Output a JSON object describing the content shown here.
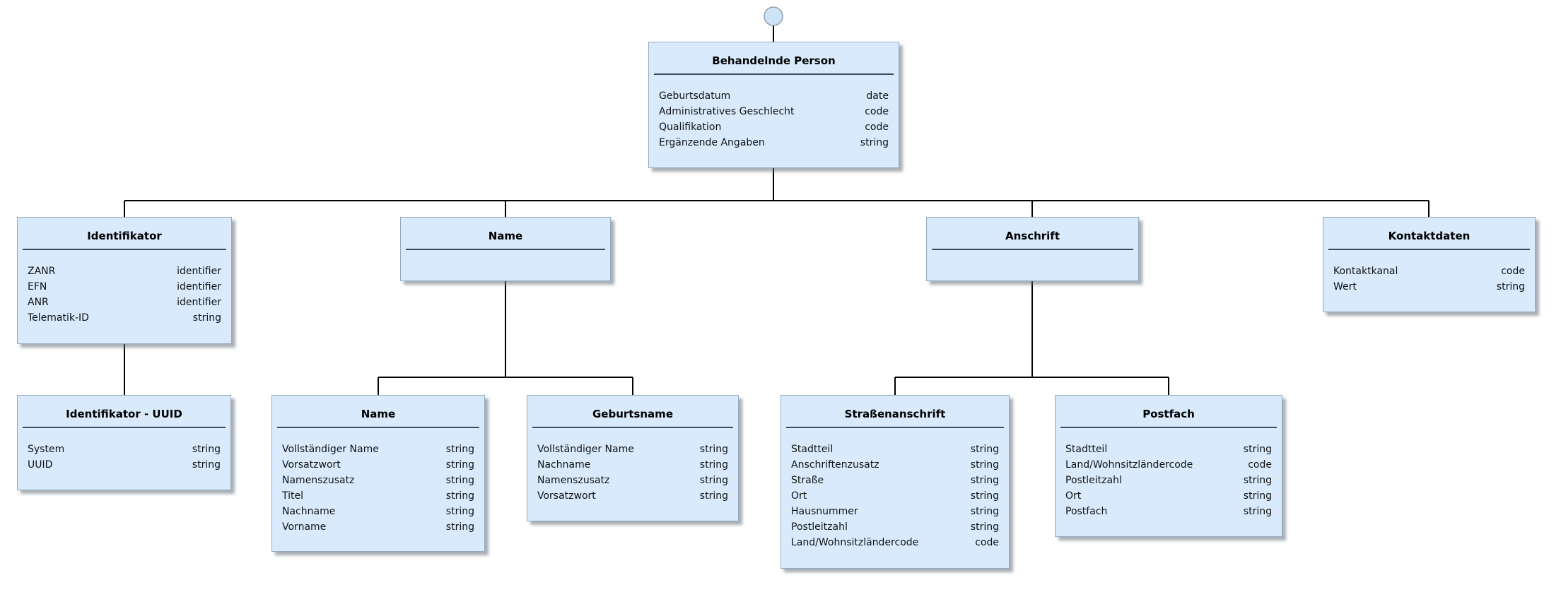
{
  "diagram": {
    "colors": {
      "box_fill": "#d8eafc",
      "box_border": "#92aabf",
      "separator": "#3d4a57",
      "connector": "#000000",
      "circle_fill": "#d0e4f8",
      "circle_border": "#8f9fae",
      "text": "#111315"
    },
    "entities": [
      {
        "id": "behandelnde-person",
        "title": "Behandelnde Person",
        "attributes": [
          {
            "name": "Geburtsdatum",
            "type": "date"
          },
          {
            "name": "Administratives Geschlecht",
            "type": "code"
          },
          {
            "name": "Qualifikation",
            "type": "code"
          },
          {
            "name": "Ergänzende Angaben",
            "type": "string"
          }
        ]
      },
      {
        "id": "identifikator",
        "title": "Identifikator",
        "attributes": [
          {
            "name": "ZANR",
            "type": "identifier"
          },
          {
            "name": "EFN",
            "type": "identifier"
          },
          {
            "name": "ANR",
            "type": "identifier"
          },
          {
            "name": "Telematik-ID",
            "type": "string"
          }
        ]
      },
      {
        "id": "name",
        "title": "Name",
        "attributes": []
      },
      {
        "id": "anschrift",
        "title": "Anschrift",
        "attributes": []
      },
      {
        "id": "kontaktdaten",
        "title": "Kontaktdaten",
        "attributes": [
          {
            "name": "Kontaktkanal",
            "type": "code"
          },
          {
            "name": "Wert",
            "type": "string"
          }
        ]
      },
      {
        "id": "identifikator-uuid",
        "title": "Identifikator - UUID",
        "attributes": [
          {
            "name": "System",
            "type": "string"
          },
          {
            "name": "UUID",
            "type": "string"
          }
        ]
      },
      {
        "id": "name-detail",
        "title": "Name",
        "attributes": [
          {
            "name": "Vollständiger Name",
            "type": "string"
          },
          {
            "name": "Vorsatzwort",
            "type": "string"
          },
          {
            "name": "Namenszusatz",
            "type": "string"
          },
          {
            "name": "Titel",
            "type": "string"
          },
          {
            "name": "Nachname",
            "type": "string"
          },
          {
            "name": "Vorname",
            "type": "string"
          }
        ]
      },
      {
        "id": "geburtsname",
        "title": "Geburtsname",
        "attributes": [
          {
            "name": "Vollständiger Name",
            "type": "string"
          },
          {
            "name": "Nachname",
            "type": "string"
          },
          {
            "name": "Namenszusatz",
            "type": "string"
          },
          {
            "name": "Vorsatzwort",
            "type": "string"
          }
        ]
      },
      {
        "id": "strassenanschrift",
        "title": "Straßenanschrift",
        "attributes": [
          {
            "name": "Stadtteil",
            "type": "string"
          },
          {
            "name": "Anschriftenzusatz",
            "type": "string"
          },
          {
            "name": "Straße",
            "type": "string"
          },
          {
            "name": "Ort",
            "type": "string"
          },
          {
            "name": "Hausnummer",
            "type": "string"
          },
          {
            "name": "Postleitzahl",
            "type": "string"
          },
          {
            "name": "Land/Wohnsitzländercode",
            "type": "code"
          }
        ]
      },
      {
        "id": "postfach",
        "title": "Postfach",
        "attributes": [
          {
            "name": "Stadtteil",
            "type": "string"
          },
          {
            "name": "Land/Wohnsitzländercode",
            "type": "code"
          },
          {
            "name": "Postleitzahl",
            "type": "string"
          },
          {
            "name": "Ort",
            "type": "string"
          },
          {
            "name": "Postfach",
            "type": "string"
          }
        ]
      }
    ]
  }
}
